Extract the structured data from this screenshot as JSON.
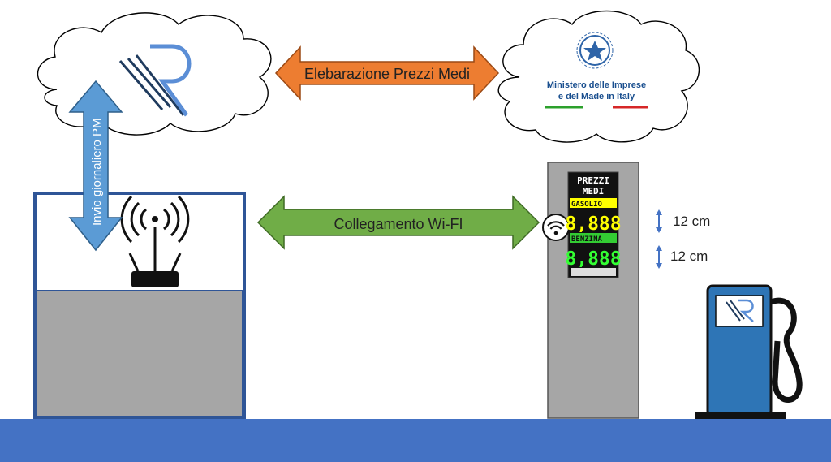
{
  "arrows": {
    "top_label": "Elebarazione Prezzi Medi",
    "middle_label": "Collegamento Wi-FI",
    "vertical_label": "Invio giornaliero PM"
  },
  "ministry": {
    "line1": "Ministero delle Imprese",
    "line2": "e del Made in Italy"
  },
  "display": {
    "title_line1": "PREZZI",
    "title_line2": "MEDI",
    "fuel1": "GASOLIO",
    "fuel1_value": "8,888",
    "fuel2": "BENZINA",
    "fuel2_value": "8,888"
  },
  "dimensions": {
    "height1": "12 cm",
    "height2": "12 cm"
  },
  "colors": {
    "ground": "#4472c4",
    "top_arrow": "#ed7d31",
    "middle_arrow": "#70ad47",
    "vertical_arrow": "#5b9bd5",
    "building_border": "#2f5597",
    "counter": "#a6a6a6",
    "totem": "#a6a6a6",
    "pump": "#2e75b6",
    "digits_yellow": "#ffff00",
    "digits_green": "#33ff33"
  },
  "icons": [
    "cloud-icon",
    "logo-r-icon",
    "ministry-emblem-icon",
    "router-icon",
    "wifi-icon",
    "fuel-pump-icon",
    "double-arrow-icon"
  ]
}
